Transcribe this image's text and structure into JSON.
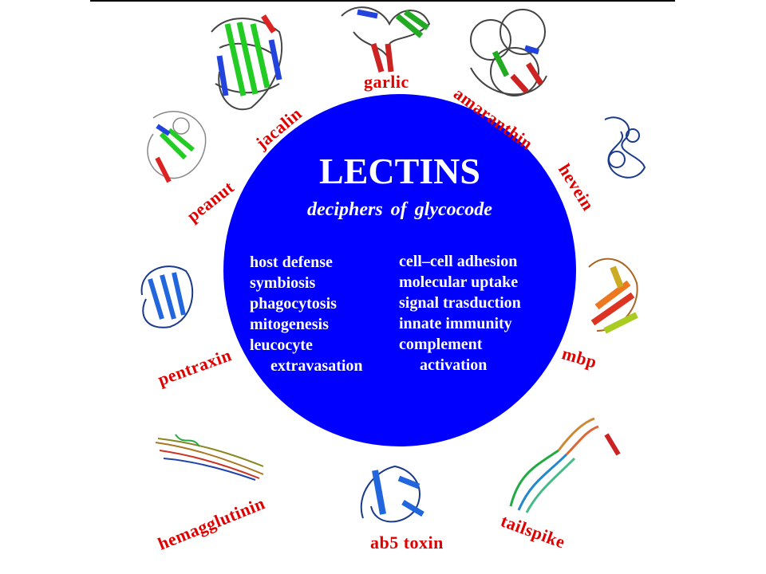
{
  "center": {
    "title": "LECTINS",
    "subtitle": "deciphers of glycocode",
    "left_list": [
      "host defense",
      "symbiosis",
      "phagocytosis",
      "mitogenesis",
      "leucocyte",
      "extravasation"
    ],
    "right_list": [
      "cell–cell adhesion",
      "molecular uptake",
      "signal trasduction",
      "innate immunity",
      "complement",
      "activation"
    ]
  },
  "labels": {
    "garlic": "garlic",
    "amaranthin": "amaranthin",
    "hevein": "hevein",
    "mbp": "mbp",
    "tailspike": "tailspike",
    "ab5_toxin": "ab5 toxin",
    "hemagglutinin": "hemagglutinin",
    "pentraxin": "pentraxin",
    "peanut": "peanut",
    "jacalin": "jacalin"
  },
  "colors": {
    "circle": "#0000ff",
    "label": "#e00000",
    "text": "#ffffff"
  }
}
